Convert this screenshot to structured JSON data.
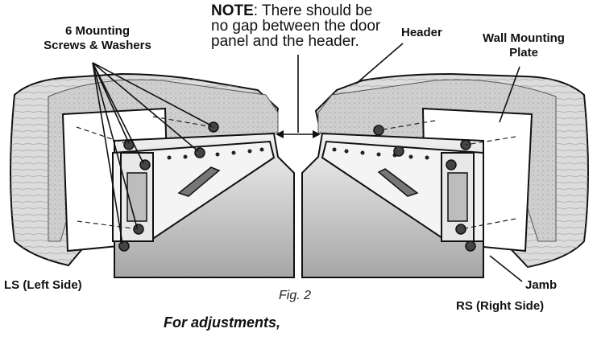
{
  "labels": {
    "mounting_screws": "6 Mounting",
    "mounting_screws_2": "Screws & Washers",
    "note_bold": "NOTE",
    "note_line1": ": There should be",
    "note_line2": "no gap between the door",
    "note_line3": "panel and the header.",
    "header": "Header",
    "wall_plate_1": "Wall Mounting",
    "wall_plate_2": "Plate",
    "left_side": "LS (Left Side)",
    "right_side": "RS (Right Side)",
    "jamb": "Jamb",
    "figure": "Fig. 2",
    "adjustments": "For adjustments,"
  },
  "colors": {
    "wood": "#d8d8d8",
    "wood_dark": "#8a8a8a",
    "plaster": "#c9c9c9",
    "plate": "#ffffff",
    "panel_top": "#e9e9e9",
    "panel_bottom": "#a9a9a9",
    "line": "#111111"
  }
}
